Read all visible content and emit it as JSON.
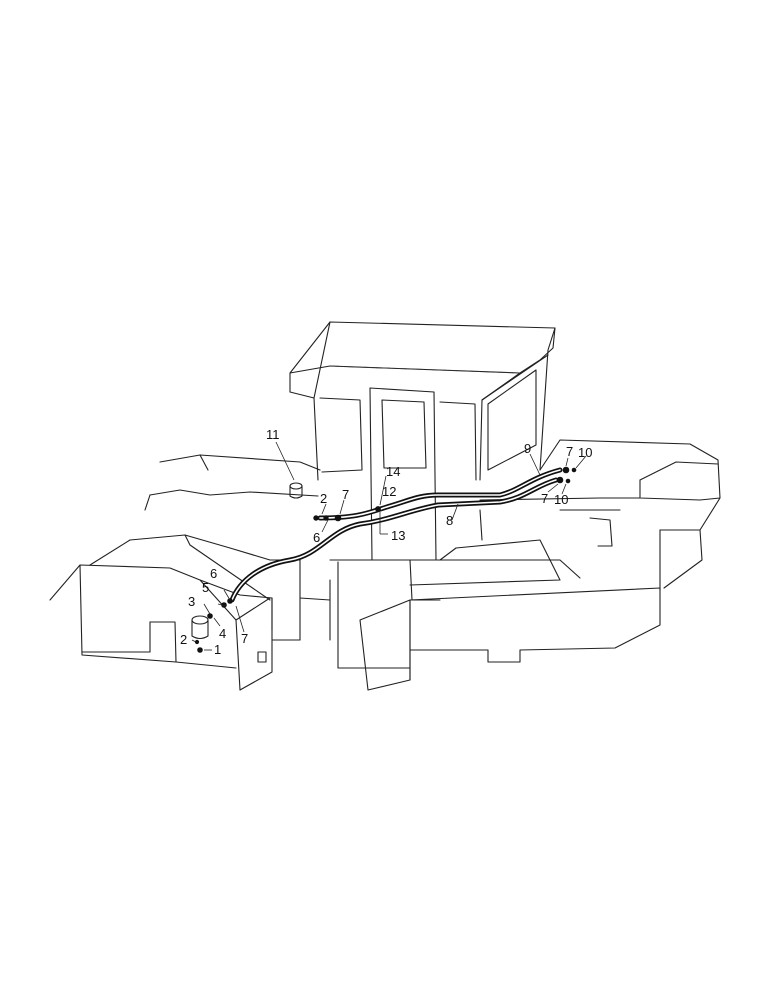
{
  "diagram": {
    "callouts": [
      {
        "id": "c1",
        "text": "1"
      },
      {
        "id": "c2a",
        "text": "2"
      },
      {
        "id": "c2b",
        "text": "2"
      },
      {
        "id": "c3",
        "text": "3"
      },
      {
        "id": "c4",
        "text": "4"
      },
      {
        "id": "c5",
        "text": "5"
      },
      {
        "id": "c6a",
        "text": "6"
      },
      {
        "id": "c6b",
        "text": "6"
      },
      {
        "id": "c7a",
        "text": "7"
      },
      {
        "id": "c7b",
        "text": "7"
      },
      {
        "id": "c7c",
        "text": "7"
      },
      {
        "id": "c7d",
        "text": "7"
      },
      {
        "id": "c8",
        "text": "8"
      },
      {
        "id": "c9",
        "text": "9"
      },
      {
        "id": "c10a",
        "text": "10"
      },
      {
        "id": "c10b",
        "text": "10"
      },
      {
        "id": "c11",
        "text": "11"
      },
      {
        "id": "c12",
        "text": "12"
      },
      {
        "id": "c13",
        "text": "13"
      },
      {
        "id": "c14",
        "text": "14"
      }
    ]
  }
}
